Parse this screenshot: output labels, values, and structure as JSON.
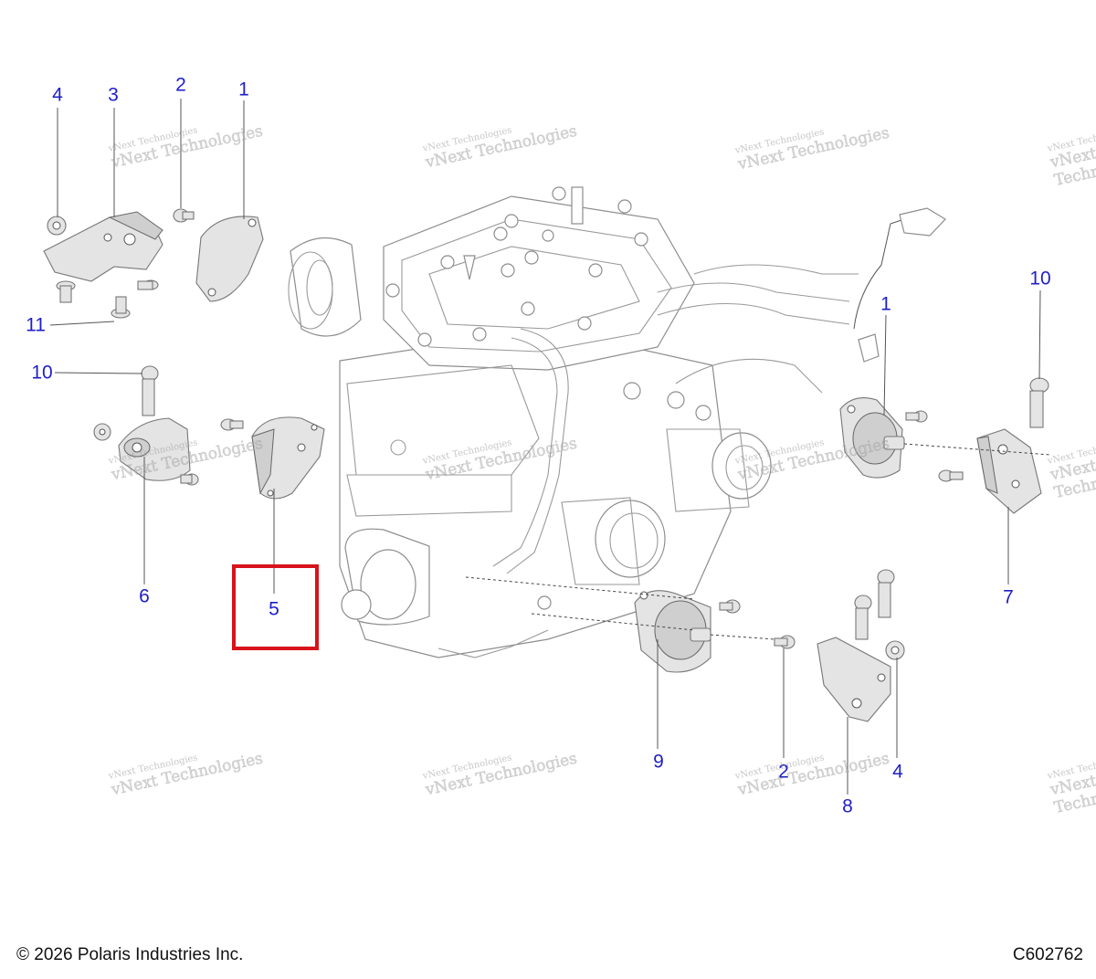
{
  "callouts": [
    {
      "id": "c4a",
      "text": "4"
    },
    {
      "id": "c3",
      "text": "3"
    },
    {
      "id": "c2a",
      "text": "2"
    },
    {
      "id": "c1a",
      "text": "1"
    },
    {
      "id": "c11",
      "text": "11"
    },
    {
      "id": "c10a",
      "text": "10"
    },
    {
      "id": "c6",
      "text": "6"
    },
    {
      "id": "c5",
      "text": "5"
    },
    {
      "id": "c1b",
      "text": "1"
    },
    {
      "id": "c10b",
      "text": "10"
    },
    {
      "id": "c7",
      "text": "7"
    },
    {
      "id": "c9",
      "text": "9"
    },
    {
      "id": "c2b",
      "text": "2"
    },
    {
      "id": "c4b",
      "text": "4"
    },
    {
      "id": "c8",
      "text": "8"
    }
  ],
  "watermark": {
    "line1": "vNext Technologies",
    "line2": "vNext Technologies"
  },
  "footer": {
    "copyright": "© 2026 Polaris Industries Inc.",
    "code": "C602762"
  },
  "colors": {
    "callout": "#1f1fc8",
    "highlight": "#d7131b",
    "line": "#555555"
  }
}
